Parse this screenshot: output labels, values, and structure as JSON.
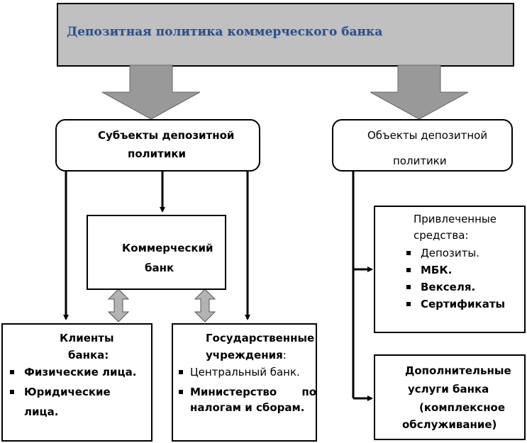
{
  "title": "Депозитная политика коммерческого банка",
  "subjects": {
    "line1": "Субъекты депозитной",
    "line2": "политики"
  },
  "objects": {
    "line1": "Объекты депозитной",
    "line2": "политики"
  },
  "bank": {
    "line1": "Коммерческий",
    "line2": "банк"
  },
  "clients": {
    "heading1": "Клиенты",
    "heading2": "банка:",
    "items": [
      "Физические лица.",
      "Юридические",
      "лица."
    ]
  },
  "gov": {
    "heading1": "Государственные",
    "heading2": "учреждения",
    "heading2_colon": ":",
    "items": [
      "Центральный банк.",
      "Министерство",
      "по",
      "налогам и сборам."
    ]
  },
  "attracted": {
    "heading1": "Привлеченные",
    "heading2": "средства",
    "heading2_colon": ":",
    "items": [
      "Депозиты.",
      "МБК.",
      "Векселя.",
      "Сертификаты"
    ]
  },
  "extra": {
    "line1": "Дополнительные",
    "line2": "услуги банка",
    "line3": "(комплексное",
    "line4": "обслуживание)"
  },
  "colors": {
    "title_bg": "#c0c0c0",
    "title_text": "#2f4f86",
    "arrow_fill": "#999999",
    "double_arrow_fill": "#b3b3b3"
  }
}
